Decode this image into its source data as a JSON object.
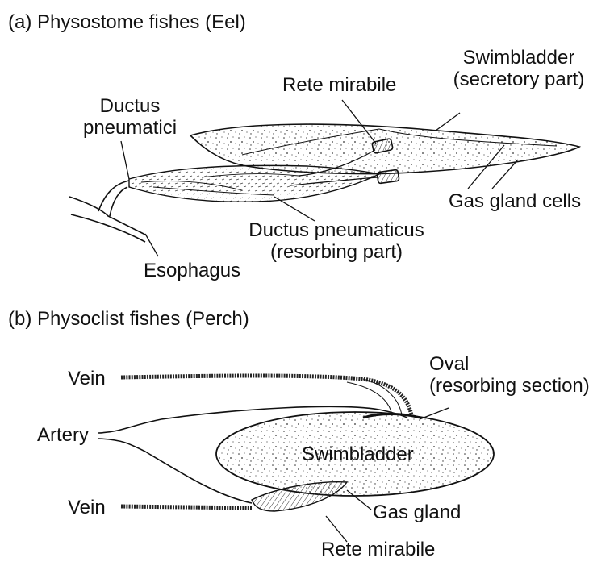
{
  "panel_a": {
    "heading": "(a) Physostome fishes (Eel)",
    "labels": {
      "swimbladder_1": "Swimbladder",
      "swimbladder_2": "(secretory part)",
      "rete_mirabile": "Rete mirabile",
      "ductus_pneumatici_1": "Ductus",
      "ductus_pneumatici_2": "pneumatici",
      "gas_gland_cells": "Gas gland cells",
      "ductus_pneumaticus_1": "Ductus pneumaticus",
      "ductus_pneumaticus_2": "(resorbing part)",
      "esophagus": "Esophagus"
    }
  },
  "panel_b": {
    "heading": "(b) Physoclist fishes (Perch)",
    "labels": {
      "vein_top": "Vein",
      "oval_1": "Oval",
      "oval_2": "(resorbing section)",
      "artery": "Artery",
      "swimbladder": "Swimbladder",
      "vein_bottom": "Vein",
      "gas_gland": "Gas gland",
      "rete_mirabile": "Rete mirabile"
    }
  }
}
